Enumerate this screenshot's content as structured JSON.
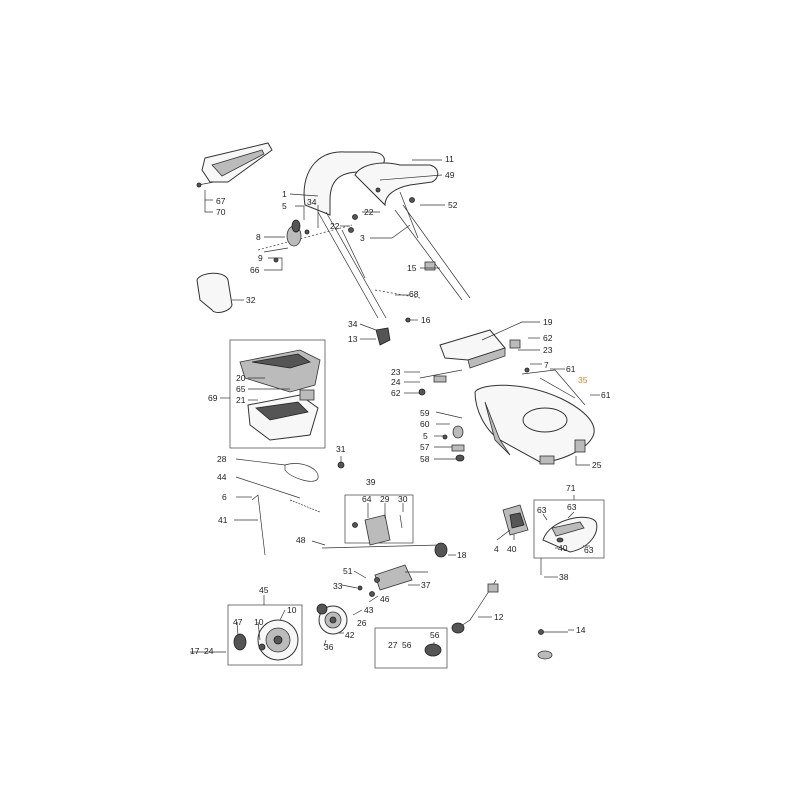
{
  "diagram": {
    "labels": [
      "11",
      "49",
      "1",
      "34",
      "5",
      "52",
      "22",
      "22",
      "8",
      "3",
      "9",
      "66",
      "15",
      "67",
      "70",
      "32",
      "68",
      "34",
      "16",
      "13",
      "19",
      "62",
      "23",
      "7",
      "61",
      "35",
      "61",
      "20",
      "65",
      "69",
      "21",
      "23",
      "24",
      "62",
      "59",
      "60",
      "5",
      "57",
      "58",
      "25",
      "31",
      "28",
      "39",
      "44",
      "64",
      "29",
      "30",
      "6",
      "41",
      "71",
      "63",
      "63",
      "40",
      "63",
      "4",
      "40",
      "48",
      "18",
      "38",
      "51",
      "37",
      "33",
      "46",
      "45",
      "10",
      "43",
      "26",
      "47",
      "10",
      "42",
      "12",
      "14",
      "17",
      "24",
      "36",
      "27",
      "56",
      "56"
    ],
    "highlight_color": "#d28a1e"
  }
}
